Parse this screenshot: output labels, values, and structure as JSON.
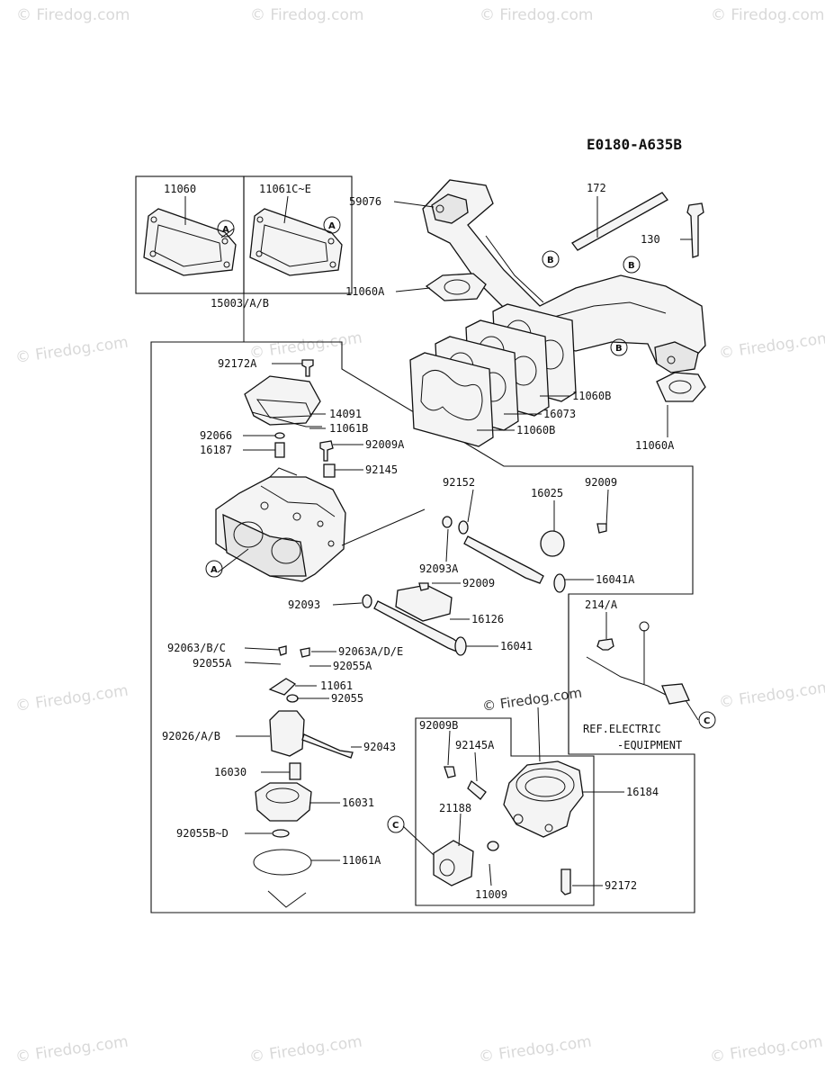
{
  "diagram_code": "E0180-A635B",
  "watermark": "© Firedog.com",
  "ref_note": {
    "line1": "REF.ELECTRIC",
    "line2": "-EQUIPMENT"
  },
  "callouts": {
    "A": "A",
    "B": "B",
    "C": "C"
  },
  "part_labels": {
    "p11060": "11060",
    "p11061c_e": "11061C~E",
    "p15003": "15003/A/B",
    "p172": "172",
    "p59076": "59076",
    "p130": "130",
    "p11060a_top": "11060A",
    "p11060b_1": "11060B",
    "p16073": "16073",
    "p11060b_2": "11060B",
    "p11060a_right": "11060A",
    "p92172a": "92172A",
    "p14091": "14091",
    "p11061b": "11061B",
    "p92066": "92066",
    "p16187": "16187",
    "p92009a": "92009A",
    "p92145": "92145",
    "p92152": "92152",
    "p16025": "16025",
    "p92009_1": "92009",
    "p92093a": "92093A",
    "p16041a": "16041A",
    "p92009_2": "92009",
    "p92093": "92093",
    "p16126": "16126",
    "p214a": "214/A",
    "p92063bc": "92063/B/C",
    "p92063ade": "92063A/D/E",
    "p16041": "16041",
    "p92055a_1": "92055A",
    "p92055a_2": "92055A",
    "p11061": "11061",
    "p92055": "92055",
    "p92026": "92026/A/B",
    "p92043": "92043",
    "p16030": "16030",
    "p16031": "16031",
    "p92055b_d": "92055B~D",
    "p11061a": "11061A",
    "p92009b": "92009B",
    "p92145a": "92145A",
    "p16184": "16184",
    "p21188": "21188",
    "p11009": "11009",
    "p92172": "92172"
  }
}
